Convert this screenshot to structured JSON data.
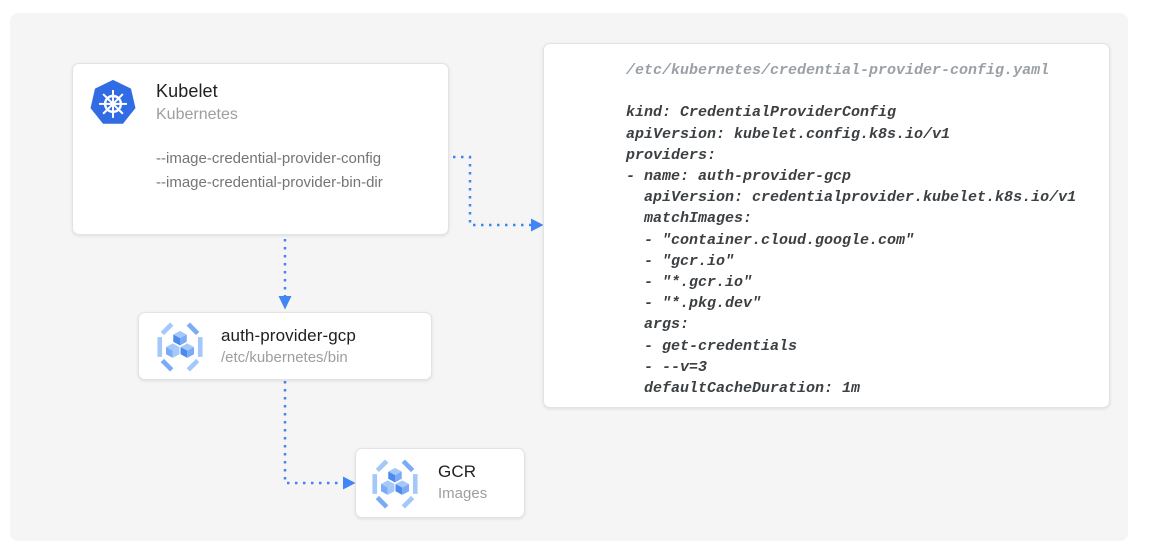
{
  "diagram": {
    "nodes": {
      "kubelet": {
        "title": "Kubelet",
        "subtitle": "Kubernetes",
        "icon": "kubernetes-logo-icon",
        "flags": [
          "--image-credential-provider-config",
          "--image-credential-provider-bin-dir"
        ]
      },
      "auth_provider": {
        "title": "auth-provider-gcp",
        "subtitle": "/etc/kubernetes/bin",
        "icon": "container-registry-icon"
      },
      "gcr": {
        "title": "GCR",
        "subtitle": "Images",
        "icon": "container-registry-icon"
      }
    },
    "code_panel": {
      "filename": "/etc/kubernetes/credential-provider-config.yaml",
      "lines": [
        "kind: CredentialProviderConfig",
        "apiVersion: kubelet.config.k8s.io/v1",
        "providers:",
        "- name: auth-provider-gcp",
        "  apiVersion: credentialprovider.kubelet.k8s.io/v1",
        "  matchImages:",
        "  - \"container.cloud.google.com\"",
        "  - \"gcr.io\"",
        "  - \"*.gcr.io\"",
        "  - \"*.pkg.dev\"",
        "  args:",
        "  - get-credentials",
        "  - --v=3",
        "  defaultCacheDuration: 1m"
      ]
    },
    "connections": [
      {
        "from": "kubelet --image-credential-provider-config flag",
        "to": "credential-provider-config.yaml panel",
        "style": "dotted-arrow"
      },
      {
        "from": "kubelet",
        "to": "auth-provider-gcp",
        "style": "dotted-arrow"
      },
      {
        "from": "auth-provider-gcp",
        "to": "gcr-images",
        "style": "dotted-arrow"
      }
    ],
    "colors": {
      "arrow": "#4285f4",
      "kubernetes_blue": "#326ce5",
      "panel_bg": "#f5f5f5",
      "card_border": "#e3e3e3",
      "title_text": "#212121",
      "muted_text": "#9e9e9e",
      "flag_text": "#757575",
      "code_text": "#3c4043",
      "code_filename": "#9aa0a6",
      "cube_light": "#a5c8fa",
      "cube_bright": "#4d8af0",
      "cube_mid": "#7baaf7"
    }
  }
}
